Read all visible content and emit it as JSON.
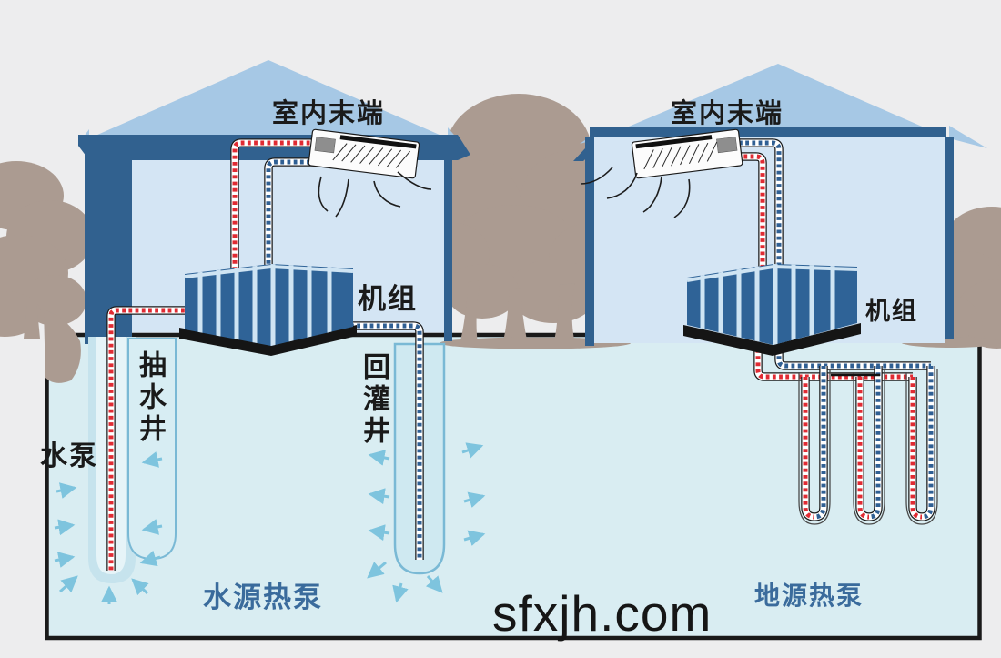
{
  "diagram": {
    "watermark": "sfxjh.com",
    "left_system": {
      "indoor_terminal": "室内末端",
      "unit": "机组",
      "pump": "水泵",
      "pumping_well": "抽水井",
      "recharge_well": "回灌井",
      "name": "水源热泵"
    },
    "right_system": {
      "indoor_terminal": "室内末端",
      "unit": "机组",
      "name": "地源热泵"
    },
    "colors": {
      "background": "#ededee",
      "ground_fill": "#d9edf2",
      "ground_border": "#1a1a1a",
      "wall_dark_blue": "#31618f",
      "room_light_blue": "#d4e5f4",
      "roof_blue": "#a6c8e5",
      "tree_taupe": "#ab9b91",
      "unit_blue": "#2f6397",
      "pipe_red": "#e02b33",
      "pipe_blue": "#2f5f93",
      "label_blue": "#3a6b9c",
      "arrow_blue": "#7ec4de",
      "well_outline": "#7ab9d5"
    }
  }
}
